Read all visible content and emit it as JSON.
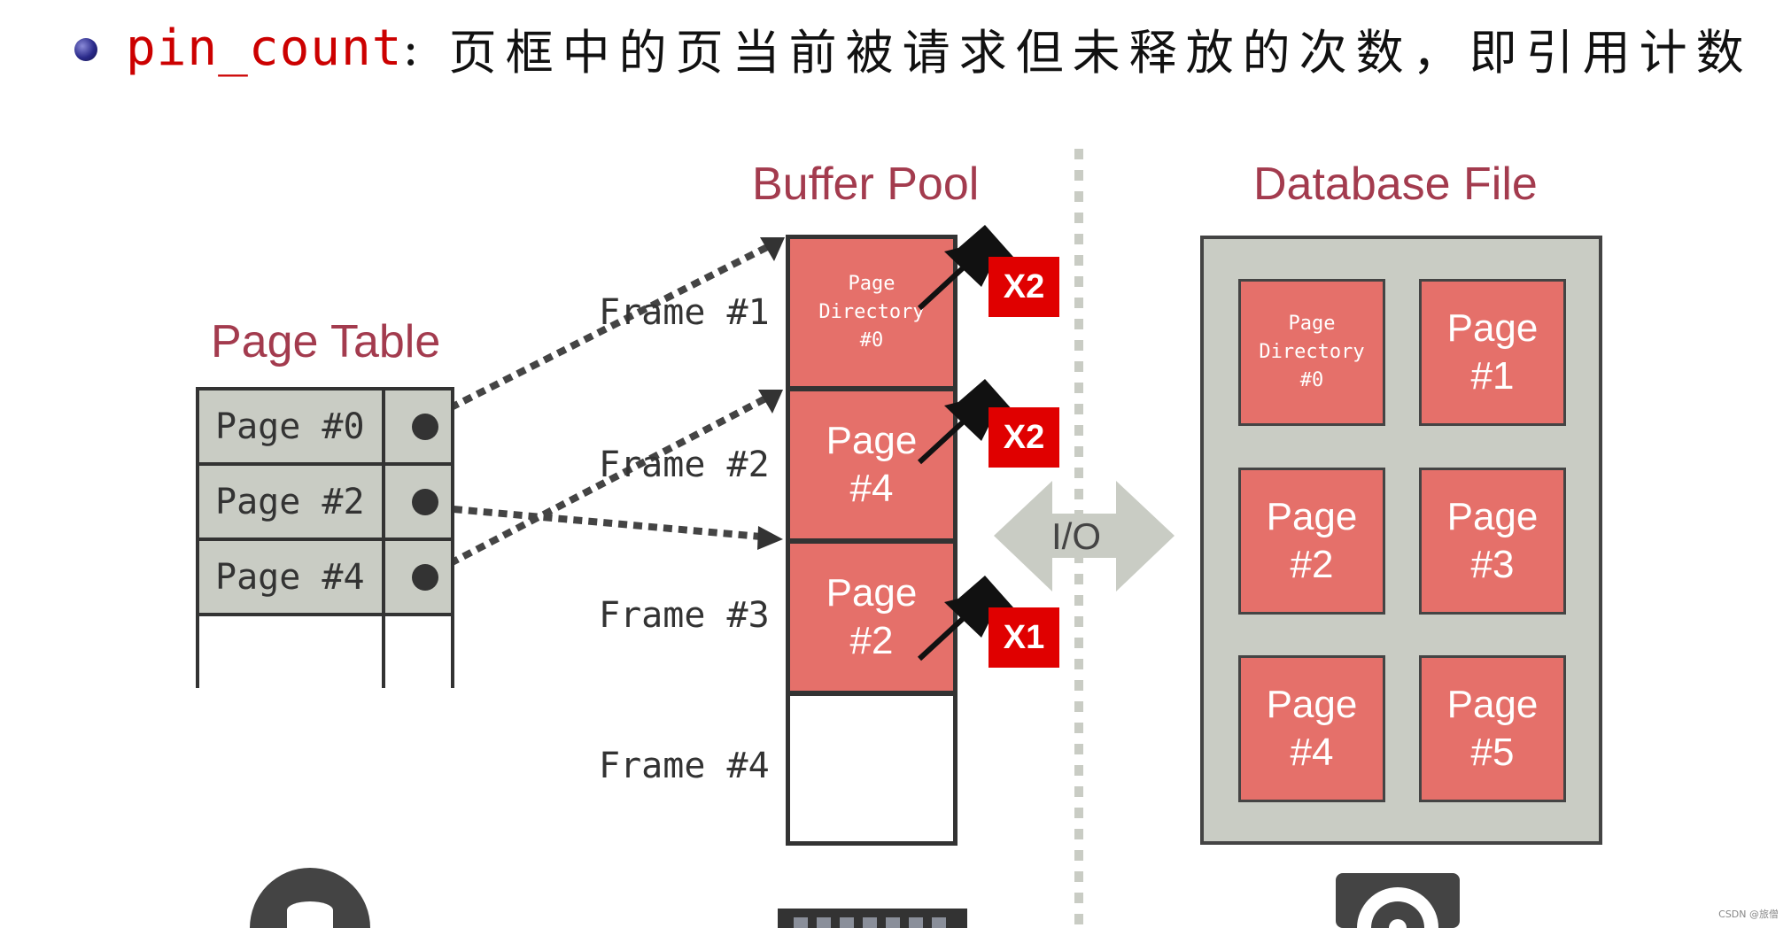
{
  "bullet": {
    "term": "pin_count",
    "colon": ":",
    "description": "页框中的页当前被请求但未释放的次数，即引用计数"
  },
  "page_table": {
    "title": "Page Table",
    "rows": [
      {
        "label": "Page #0"
      },
      {
        "label": "Page #2"
      },
      {
        "label": "Page #4"
      },
      {
        "label": ""
      }
    ]
  },
  "buffer_pool": {
    "title": "Buffer Pool",
    "frames": [
      {
        "label": "Frame #1",
        "content": "Page\nDirectory\n#0",
        "pin": "X2"
      },
      {
        "label": "Frame #2",
        "content": "Page\n#4",
        "pin": "X2"
      },
      {
        "label": "Frame #3",
        "content": "Page\n#2",
        "pin": "X1"
      },
      {
        "label": "Frame #4",
        "content": "",
        "pin": ""
      }
    ]
  },
  "io": {
    "label": "I/O"
  },
  "database_file": {
    "title": "Database File",
    "pages": [
      "Page\nDirectory\n#0",
      "Page\n#1",
      "Page\n#2",
      "Page\n#3",
      "Page\n#4",
      "Page\n#5"
    ]
  },
  "colors": {
    "title": "#a33b4e",
    "page_fill": "#e5706a",
    "badge": "#e00000",
    "table_fill": "#c9ccc4",
    "bullet_term": "#cc0000"
  },
  "icons": {
    "page_table_bottom": "database-icon",
    "buffer_pool_bottom": "memory-chip-icon",
    "database_file_bottom": "hard-disk-icon",
    "pin": "pushpin-icon"
  },
  "watermark": "CSDN @旅僧"
}
